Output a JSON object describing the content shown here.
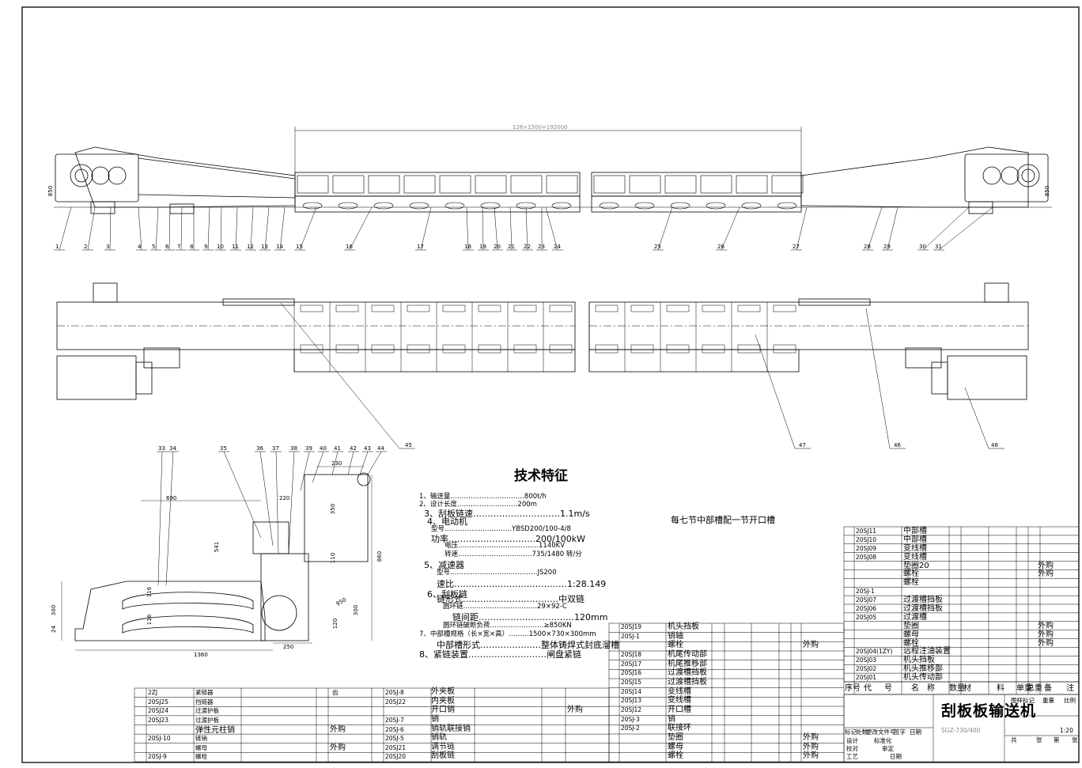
{
  "drawing": {
    "top_dimension": "128×1500=192000",
    "height_dim_left": "850",
    "height_dim_right": "850",
    "note_open_trough": "每七节中部槽配一节开口槽"
  },
  "callouts_top": [
    "1",
    "2",
    "3",
    "4",
    "5",
    "6",
    "7",
    "8",
    "9",
    "10",
    "11",
    "12",
    "13",
    "14",
    "15",
    "16",
    "17",
    "18",
    "19",
    "20",
    "21",
    "22",
    "23",
    "24",
    "25",
    "26",
    "27",
    "28",
    "29",
    "30",
    "31"
  ],
  "callouts_bottom": [
    "45",
    "47",
    "46",
    "48"
  ],
  "section_view": {
    "callouts": [
      "33",
      "34",
      "35",
      "36",
      "37",
      "38",
      "39",
      "40",
      "41",
      "42",
      "43",
      "44"
    ],
    "dims": {
      "d230": "230",
      "d220": "220",
      "d690": "690",
      "d350": "350",
      "d110": "110",
      "d541": "541",
      "d860": "860",
      "d300a": "300",
      "d300b": "300",
      "d24": "24",
      "d120": "120",
      "d116a": "116",
      "d116b": "116",
      "d1360": "1360",
      "d250": "250",
      "d950": "950"
    }
  },
  "tech_spec": {
    "title": "技术特征",
    "lines": [
      "1、输送量……………………………800t/h",
      "2、设计长度………………………200m",
      "3、刮板链速…………………………1.1m/s",
      "4、电动机",
      "型号…………………………YBSD200/100-4/8",
      "功率…………………………200/100kW",
      "电压………………………………1140KV",
      "转速……………………………735/1480  转/分",
      "5、减速器",
      "型号…………………………………JS200",
      "速比…………………………………1:28.149",
      "6、刮板链",
      "链形式……………………………中双链",
      "圆环链……………………………29×92-C",
      "链间距……………………………120mm",
      "圆环链破断负荷……………………≥850KN",
      "7、中部槽规格（长×宽×高）………1500×730×300mm",
      "中部槽形式…………………整体铸焊式封底溜槽",
      "8、紧链装置………………………闸盘紧链"
    ]
  },
  "bom_right": {
    "rows": [
      {
        "code": "20SJ11",
        "name": "中部槽",
        "note": ""
      },
      {
        "code": "20SJ10",
        "name": "中部槽",
        "note": ""
      },
      {
        "code": "20SJ09",
        "name": "变线槽",
        "note": ""
      },
      {
        "code": "20SJ08",
        "name": "变线槽",
        "note": ""
      },
      {
        "code": "",
        "name": "垫圈20",
        "note": "外购"
      },
      {
        "code": "",
        "name": "螺栓",
        "note": "外购"
      },
      {
        "code": "",
        "name": "螺栓",
        "note": ""
      },
      {
        "code": "20SJ-1",
        "name": "",
        "note": ""
      },
      {
        "code": "20SJ07",
        "name": "过渡槽挡板",
        "note": ""
      },
      {
        "code": "20SJ06",
        "name": "过渡槽挡板",
        "note": ""
      },
      {
        "code": "20SJ05",
        "name": "过渡槽",
        "note": ""
      },
      {
        "code": "",
        "name": "垫圈",
        "note": "外购"
      },
      {
        "code": "",
        "name": "螺母",
        "note": "外购"
      },
      {
        "code": "",
        "name": "螺栓",
        "note": "外购"
      },
      {
        "code": "20SJ04(1ZY)",
        "name": "远程注油装置",
        "note": ""
      },
      {
        "code": "20SJ03",
        "name": "机头挡板",
        "note": ""
      },
      {
        "code": "20SJ02",
        "name": "机头推移部",
        "note": ""
      },
      {
        "code": "20SJ01",
        "name": "机头传动部",
        "note": ""
      }
    ],
    "header": [
      "序号",
      "代",
      "号",
      "名",
      "称",
      "数量",
      "材",
      "料",
      "单重",
      "总重",
      "备",
      "注"
    ]
  },
  "bom_mid": {
    "rows": [
      {
        "code": "20SJ19",
        "name": "机头挡板",
        "note": ""
      },
      {
        "code": "20SJ-1",
        "name": "销轴",
        "note": ""
      },
      {
        "code": "",
        "name": "螺栓",
        "note": "外购"
      },
      {
        "code": "20SJ18",
        "name": "机尾传动部",
        "note": ""
      },
      {
        "code": "20SJ17",
        "name": "机尾推移部",
        "note": ""
      },
      {
        "code": "20SJ16",
        "name": "过渡槽挡板",
        "note": ""
      },
      {
        "code": "20SJ15",
        "name": "过渡槽挡板",
        "note": ""
      },
      {
        "code": "20SJ14",
        "name": "变线槽",
        "note": ""
      },
      {
        "code": "20SJ13",
        "name": "变线槽",
        "note": ""
      },
      {
        "code": "20SJ12",
        "name": "开口槽",
        "note": ""
      },
      {
        "code": "20SJ-3",
        "name": "销",
        "note": ""
      },
      {
        "code": "20SJ-2",
        "name": "联接环",
        "note": ""
      },
      {
        "code": "",
        "name": "垫圈",
        "note": "外购"
      },
      {
        "code": "",
        "name": "螺母",
        "note": "外购"
      },
      {
        "code": "",
        "name": "螺栓",
        "note": "外购"
      }
    ]
  },
  "bom_bottom": {
    "col1": [
      {
        "code": "2ZJ",
        "name": "紧链器"
      },
      {
        "code": "20SJ25",
        "name": "挡链器"
      },
      {
        "code": "20SJ24",
        "name": "过渡护板"
      },
      {
        "code": "20SJ23",
        "name": "过渡护板"
      },
      {
        "code": "",
        "name": "弹性元柱销"
      },
      {
        "code": "20SJ-10",
        "name": "链销"
      },
      {
        "code": "",
        "name": "螺母"
      },
      {
        "code": "20SJ-9",
        "name": "螺栓"
      }
    ],
    "col1_notes": [
      "",
      "",
      "",
      "",
      "外购",
      "",
      "外购",
      ""
    ],
    "col2": [
      {
        "code": "20SJ-8",
        "name": "外夹板"
      },
      {
        "code": "20SJ22",
        "name": "内夹板"
      },
      {
        "code": "",
        "name": "开口销"
      },
      {
        "code": "20SJ-7",
        "name": "销"
      },
      {
        "code": "20SJ-6",
        "name": "销轨联接销"
      },
      {
        "code": "20SJ-5",
        "name": "销轨"
      },
      {
        "code": "20SJ21",
        "name": "调节链"
      },
      {
        "code": "20SJ20",
        "name": "刮板链"
      }
    ],
    "col2_notes": [
      "",
      "",
      "外购",
      "",
      "",
      "",
      "",
      ""
    ],
    "first_label": "齿"
  },
  "title_block": {
    "title": "刮板板输送机",
    "drawing_no": "SGZ-730/400",
    "labels": [
      "标记",
      "处数",
      "更改文件号",
      "签字",
      "日期",
      "设计",
      "标准化",
      "校对",
      "审定",
      "工艺",
      "日期",
      "图样标记",
      "重量",
      "比例",
      "共",
      "张",
      "第",
      "张"
    ],
    "scale": "1:20"
  }
}
